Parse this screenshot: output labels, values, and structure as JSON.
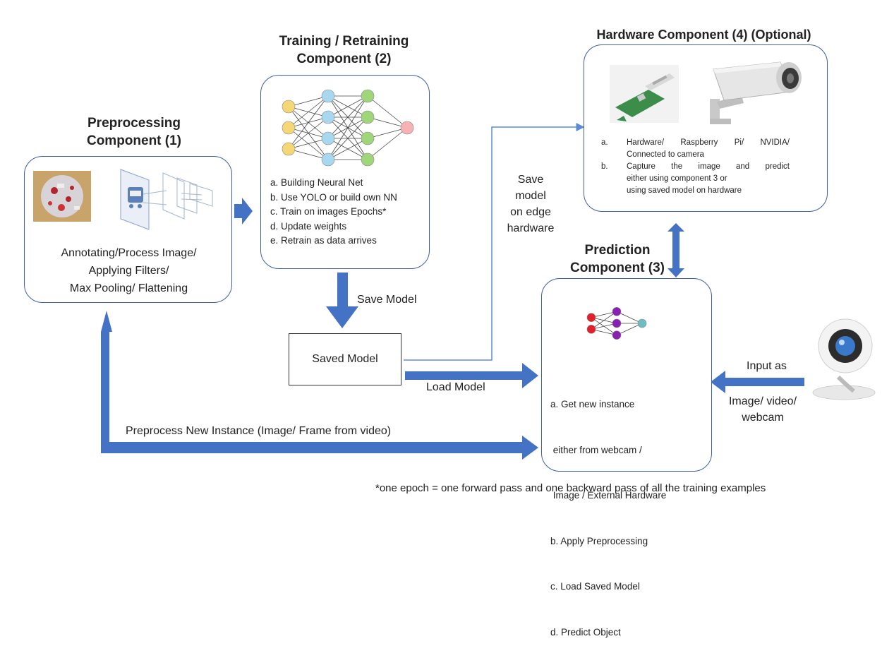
{
  "preprocessing": {
    "title": [
      "Preprocessing",
      "Component (1)"
    ],
    "lines": [
      "Annotating/Process Image/",
      "Applying Filters/",
      "Max Pooling/ Flattening"
    ]
  },
  "training": {
    "title": [
      "Training / Retraining",
      "Component (2)"
    ],
    "steps": [
      "a. Building Neural Net",
      "b. Use YOLO or build own NN",
      "c. Train on images Epochs*",
      "d. Update weights",
      "e. Retrain as data arrives"
    ]
  },
  "hardware": {
    "title": "Hardware Component (4) (Optional)",
    "items": [
      {
        "key": "a.",
        "lines": [
          "Hardware/ Raspberry Pi/ NVIDIA/",
          "Connected to camera"
        ]
      },
      {
        "key": "b.",
        "lines": [
          "Capture the image and predict",
          "either using component 3 or",
          "using saved model on hardware"
        ]
      }
    ]
  },
  "prediction": {
    "title": [
      "Prediction",
      "Component (3)"
    ],
    "steps": [
      "a. Get new instance",
      " either from webcam /",
      " Image / External Hardware",
      "b. Apply Preprocessing",
      "c. Load Saved Model",
      "d. Predict Object"
    ]
  },
  "saved_model": {
    "label": "Saved Model"
  },
  "edge_labels": {
    "save_model": "Save Model",
    "load_model": "Load Model",
    "save_edge": [
      "Save",
      "model",
      "on edge",
      "hardware"
    ],
    "input_as": "Input as",
    "input_types": [
      "Image/ video/",
      "webcam"
    ],
    "preprocess_new": "Preprocess New Instance (Image/ Frame from video)"
  },
  "footnote": "*one epoch = one forward pass and one backward pass of all the training examples",
  "colors": {
    "arrow": "#4472c4",
    "thin_line": "#5b8bd6",
    "box_border": "#3d5ea8",
    "node_yellow": "#f6d776",
    "node_blue": "#a8d8f0",
    "node_green": "#9fd67a",
    "node_pink": "#f7b3b3",
    "node_red": "#e2202a",
    "node_purple": "#8a1fb4",
    "node_teal": "#6bbfc4"
  }
}
